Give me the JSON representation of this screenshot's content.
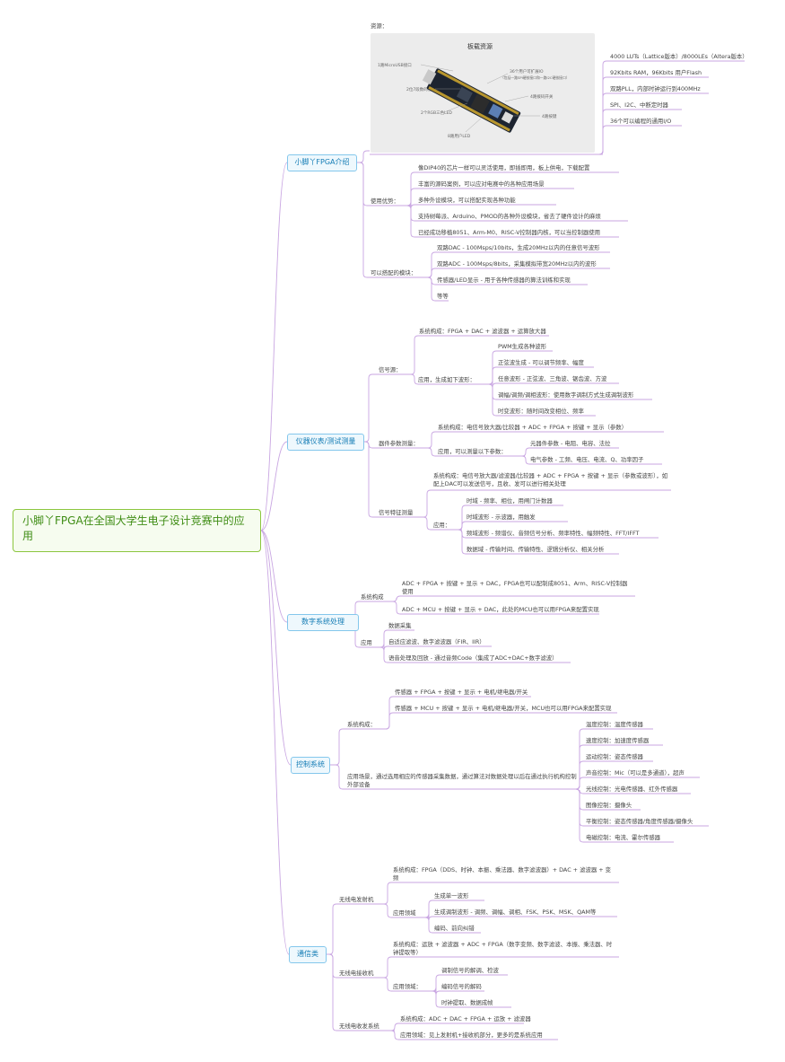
{
  "root": {
    "title": "小脚丫FPGA在全国大学生电子设计竞赛中的应用"
  },
  "sec1": {
    "title": "小脚丫FPGA介绍",
    "res_label": "资源：",
    "photo": {
      "title": "板载资源",
      "l1": "1路MicroUSB接口",
      "l2": "2位7段数码管",
      "l3": "2个RGB三色LED",
      "l4": "8路用户LED",
      "l5": "36个用户可扩展IO",
      "l6": "（包括一路SPI硬核接口和一路I2C硬核接口）",
      "l7": "4路拨码开关",
      "l8": "4路按键"
    },
    "res": [
      "4000 LUTs（Lattice版本）/8000LEs（Altera版本）",
      "92Kbits RAM，96Kbits 用户Flash",
      "双路PLL，内部时钟运行到400MHz",
      "SPI、I2C、中断定时器",
      "36个可以编程的通用I/O"
    ],
    "adv_label": "使用优势：",
    "adv": [
      "像DIP40的芯片一样可以灵活使用，即插即用，板上供电，下载配置",
      "丰富的源码案例，可以应对电赛中的各种应用场景",
      "多种外设模块，可以搭配实现各种功能",
      "支持树莓派、Arduino、PMOD的各种外设模块，省去了硬件设计的麻烦",
      "已经成功移植8051、Arm-M0、RISC-V控制器内核，可以当控制器使用"
    ],
    "mod_label": "可以搭配的模块：",
    "mods": [
      "双路DAC - 100Msps/10bits，生成20MHz以内的任意信号波形",
      "双路ADC - 100Msps/8bits，采集模拟带宽20MHz以内的波形",
      "传感器/LED显示 - 用于各种传感器的算法训练和实现",
      "等等"
    ]
  },
  "sec2": {
    "title": "仪器仪表/测试测量",
    "sig_label": "信号源：",
    "sig_sys": "系统构成：FPGA + DAC + 滤波器 + 运算放大器",
    "sig_app": "应用，生成如下波形：",
    "waves": [
      "PWM生成各种波形",
      "正弦波生成 - 可以调节频率、幅度",
      "任意波形 - 正弦波、三角波、锯齿波、方波",
      "调幅/调频/调相波形：使用数字调制方式生成调制波形",
      "时变波形：随时间改变相位、频率"
    ],
    "comp_label": "器件参数测量：",
    "comp_sys": "系统构成：电信号放大器/比较器 + ADC + FPGA + 按键 + 显示（参数）",
    "comp_app": "应用，可以测量以下参数：",
    "comp_items": [
      "元器件参数 - 电阻、电容、法拉",
      "电气参数 - 工频、电压、电流、Q、功率因子"
    ],
    "feat_label": "信号特征测量",
    "feat_sys": "系统构成：电信号放大器/滤波器/比较器 + ADC + FPGA + 按键 + 显示（参数或波形），如配上DAC可以发送信号，且收、发可以进行相关处理",
    "feat_app": "应用：",
    "feat_items": [
      "时域 - 频率、相位，用闸门计数器",
      "时域波形 - 示波器，用触发",
      "频域波形 - 频谱仪、音频信号分析、频率特性、幅频特性、FFT/IFFT",
      "数据域 - 传输时间、传输特性、逻辑分析仪、相关分析"
    ]
  },
  "sec3": {
    "title": "数字系统处理",
    "sys_label": "系统构成",
    "sys": [
      "ADC + FPGA + 按键 + 显示 + DAC，FPGA也可以配制成8051、Arm、RISC-V控制器使用",
      "ADC + MCU + 按键 + 显示 + DAC，此处的MCU也可以用FPGA来配置实现"
    ],
    "app_label": "应用",
    "apps": [
      "数据采集",
      "自适应滤波、数字滤波器（FIR、IIR）",
      "语音处理及回放 - 通过音频Code（集成了ADC+DAC+数字滤波）"
    ]
  },
  "sec4": {
    "title": "控制系统",
    "sys_label": "系统构成：",
    "sys": [
      "传感器 + FPGA + 按键 + 显示 + 电机/继电器/开关",
      "传感器 + MCU + 按键 + 显示 + 电机/继电器/开关，MCU也可以用FPGA来配置实现"
    ],
    "app": "应用场景，通过选用相应的传感器采集数据，通过算法对数据处理以后在通过执行机构控制外部设备",
    "items": [
      "温度控制：温度传感器",
      "速度控制：加速度传感器",
      "运动控制：姿态传感器",
      "声音控制：Mic（可以是多通道），超声",
      "光线控制：光电传感器、红外传感器",
      "图像控制：摄像头",
      "平衡控制：姿态传感器/角度传感器/摄像头",
      "电磁控制：电流、霍尔传感器"
    ]
  },
  "sec5": {
    "title": "通信类",
    "tx_label": "无线电发射机",
    "tx_sys": "系统构成：FPGA（DDS、时钟、本振、乘法器、数字滤波器）+ DAC + 滤波器 + 变频",
    "tx_app": "应用领域",
    "tx_items": [
      "生成单一波形",
      "生成调制波形 - 调频、调幅、调相、FSK、PSK、MSK、QAM等",
      "编码、前向纠错"
    ],
    "rx_label": "无线电接收机",
    "rx_sys": "系统构成：运放 + 滤波器 + ADC + FPGA（数字变频、数字滤波、本振、乘法器、时钟提取等）",
    "rx_app": "应用领域：",
    "rx_items": [
      "调制信号的解调、检波",
      "编码信号的解码",
      "时钟提取、数据成帧"
    ],
    "trx_label": "无线电收发系统",
    "trx_sys": "系统构成：ADC + DAC + FPGA + 运放 + 滤波器",
    "trx_app": "应用领域：见上发射机+接收机部分，更多的是系统应用"
  },
  "colors": {
    "line": "#c9a6e2",
    "root_border": "#8cc63f",
    "main_border": "#84c7ec"
  }
}
